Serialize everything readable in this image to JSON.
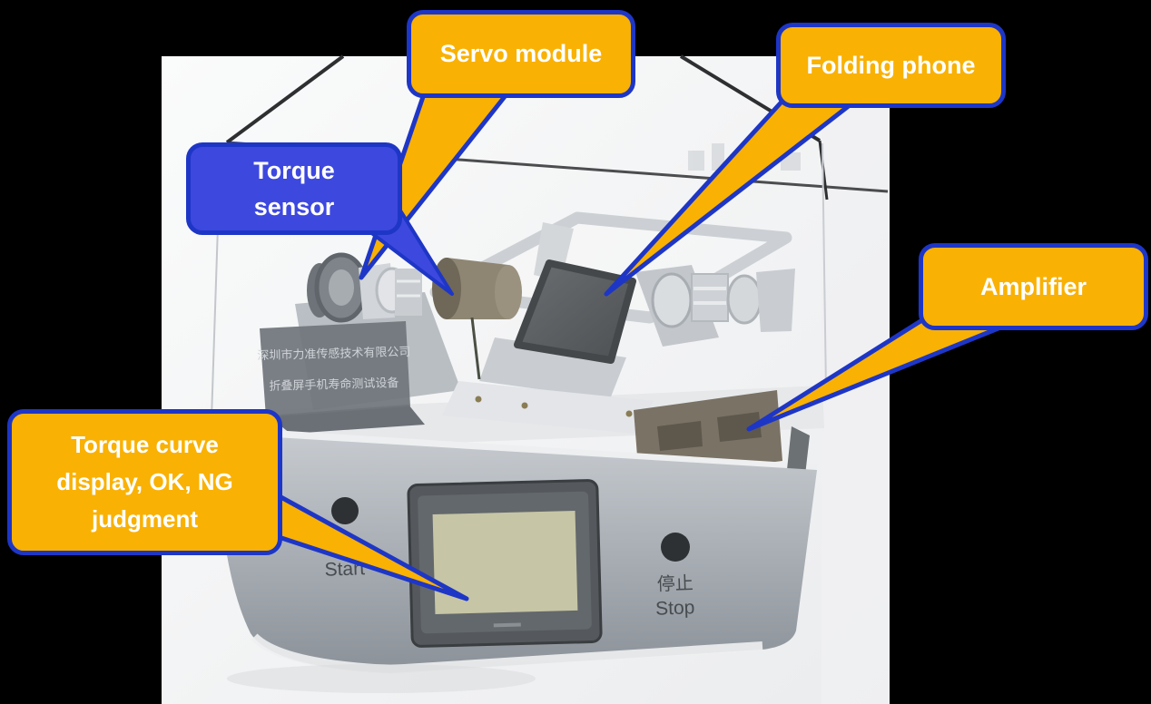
{
  "colors": {
    "background": "#000000",
    "callout_orange": "#F9B104",
    "callout_blue": "#3D48DF",
    "callout_border": "#1E36C6",
    "callout_text": "#FFFFFF",
    "screen_beige": "#C6C5A5"
  },
  "callouts": {
    "servo_module": {
      "label": "Servo module"
    },
    "folding_phone": {
      "label": "Folding phone"
    },
    "torque_sensor": {
      "label": "Torque sensor"
    },
    "amplifier": {
      "label": "Amplifier"
    },
    "torque_curve": {
      "label": "Torque curve display, OK, NG judgment"
    }
  },
  "machine": {
    "start_label": "Start",
    "stop_label_cn": "停止",
    "stop_label_en": "Stop",
    "plate_line1": "深圳市力准传感技术有限公司",
    "plate_line2": "折叠屏手机寿命测试设备"
  }
}
